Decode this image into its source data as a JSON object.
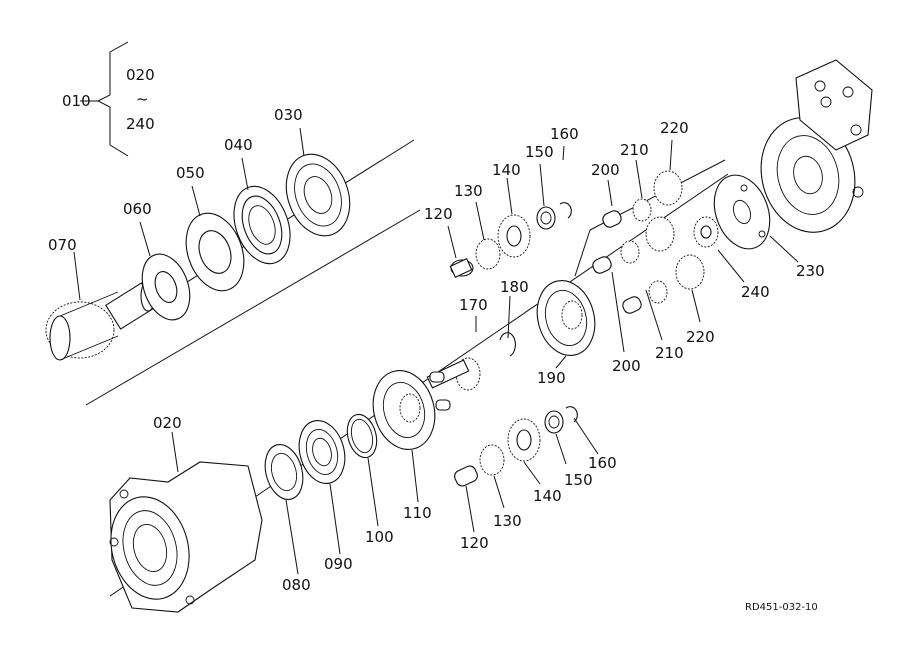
{
  "assembly": {
    "label": "010",
    "range_from": "020",
    "range_sep": "~",
    "range_to": "240"
  },
  "reference_code": "RD451-032-10",
  "callouts": [
    {
      "id": "c030",
      "text": "030"
    },
    {
      "id": "c040",
      "text": "040"
    },
    {
      "id": "c050",
      "text": "050"
    },
    {
      "id": "c060",
      "text": "060"
    },
    {
      "id": "c070",
      "text": "070"
    },
    {
      "id": "c120a",
      "text": "120"
    },
    {
      "id": "c130a",
      "text": "130"
    },
    {
      "id": "c140a",
      "text": "140"
    },
    {
      "id": "c150a",
      "text": "150"
    },
    {
      "id": "c160a",
      "text": "160"
    },
    {
      "id": "c200a",
      "text": "200"
    },
    {
      "id": "c210a",
      "text": "210"
    },
    {
      "id": "c220a",
      "text": "220"
    },
    {
      "id": "c230",
      "text": "230"
    },
    {
      "id": "c240",
      "text": "240"
    },
    {
      "id": "c220b",
      "text": "220"
    },
    {
      "id": "c210b",
      "text": "210"
    },
    {
      "id": "c200b",
      "text": "200"
    },
    {
      "id": "c190",
      "text": "190"
    },
    {
      "id": "c180",
      "text": "180"
    },
    {
      "id": "c170",
      "text": "170"
    },
    {
      "id": "c020",
      "text": "020"
    },
    {
      "id": "c080",
      "text": "080"
    },
    {
      "id": "c090",
      "text": "090"
    },
    {
      "id": "c100",
      "text": "100"
    },
    {
      "id": "c110",
      "text": "110"
    },
    {
      "id": "c120b",
      "text": "120"
    },
    {
      "id": "c130b",
      "text": "130"
    },
    {
      "id": "c140b",
      "text": "140"
    },
    {
      "id": "c150b",
      "text": "150"
    },
    {
      "id": "c160b",
      "text": "160"
    }
  ]
}
